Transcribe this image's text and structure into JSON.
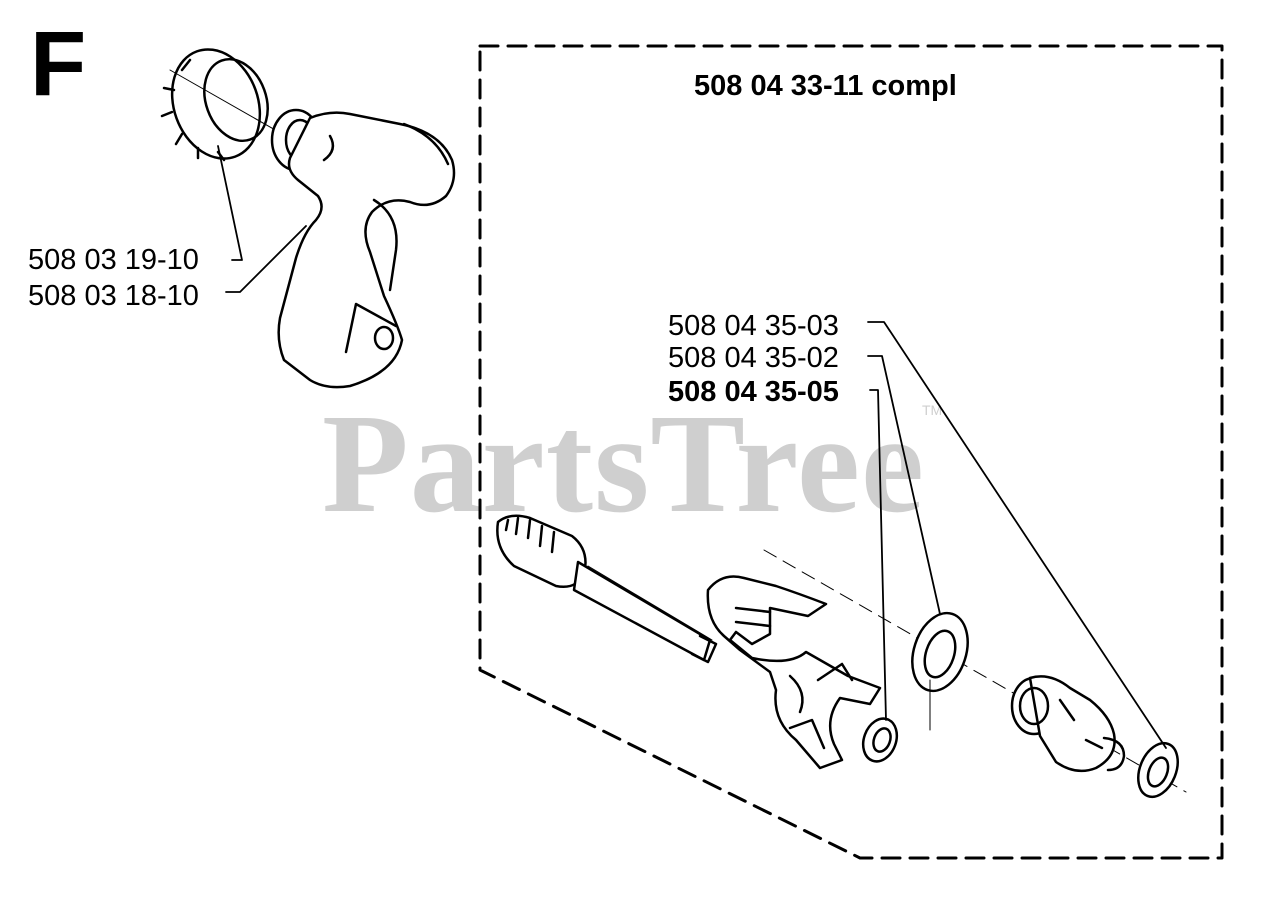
{
  "diagram": {
    "section_letter": "F",
    "assembly_label": "508 04 33-11 compl",
    "parts": [
      {
        "id": "cap",
        "number": "508 03 19-10",
        "bold": false
      },
      {
        "id": "housing",
        "number": "508 03 18-10",
        "bold": false
      },
      {
        "id": "washer-large",
        "number": "508 04 35-03",
        "bold": false
      },
      {
        "id": "washer-medium",
        "number": "508 04 35-02",
        "bold": false
      },
      {
        "id": "washer-small",
        "number": "508 04 35-05",
        "bold": true
      }
    ],
    "watermark": {
      "text": "PartsTree",
      "mark": "TM"
    }
  }
}
